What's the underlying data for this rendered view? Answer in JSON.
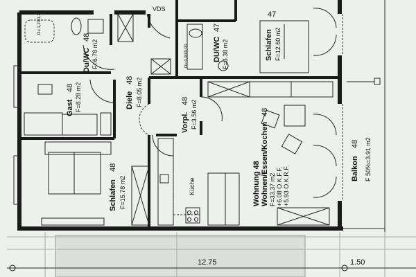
{
  "title": "Grundriss Wohnung 48",
  "labels": {
    "vds": "VDS",
    "shower_48": "Du 1,20/1,20",
    "shower_47": "Du 0,90/0,90",
    "kitchen": "Küche"
  },
  "rooms": [
    {
      "name": "Du/WC",
      "number": "48",
      "area": "F=6.78 m2"
    },
    {
      "name": "Diele",
      "number": "48",
      "area": "F=8.05 m2"
    },
    {
      "name": "Gast",
      "number": "48",
      "area": "F=8.28 m2"
    },
    {
      "name": "Vorpl.",
      "number": "48",
      "area": "F=3.56 m2"
    },
    {
      "name": "DU/WC",
      "number": "47",
      "area": "F=3.38 m2"
    },
    {
      "name": "Schlafen",
      "number": "47",
      "area": "F=12.60 m2"
    },
    {
      "name": "Schlafen",
      "number": "48",
      "area": "F=15.78 m2"
    },
    {
      "name": "Wohnen/Essen/Kochen",
      "number": "48",
      "area": "F=33.37 m2"
    },
    {
      "name": "Balkon",
      "number": "48",
      "area": "F 50%=3.91 m2"
    }
  ],
  "apartment": {
    "label": "Wohnung 48",
    "level_ffl": "+6.08 O.K.F.F.",
    "level_rfl": "+5.93 O.K.R.F."
  },
  "dimensions": {
    "main": "12.75",
    "balcony": "1.50"
  }
}
